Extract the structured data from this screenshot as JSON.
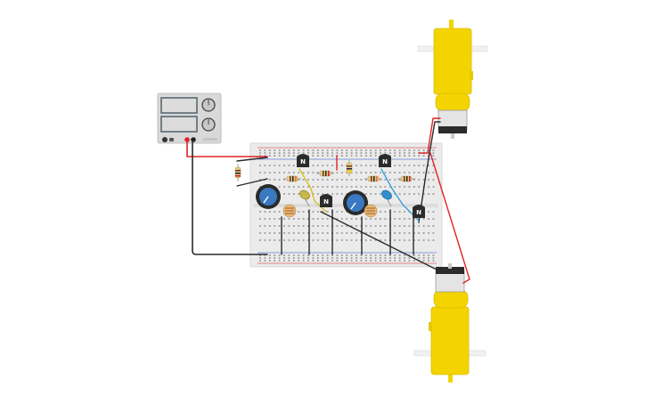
{
  "transistor_label": "N",
  "colors": {
    "background": "#ffffff",
    "wire_red": "#e02424",
    "wire_black": "#2a2a2a",
    "wire_blue": "#3aa0d8",
    "wire_yellow": "#d8c020",
    "motor_yellow": "#f4d400",
    "breadboard": "#eaeaea",
    "rail_red": "#e06060",
    "rail_blue": "#6080d0"
  },
  "components": [
    {
      "type": "power-supply"
    },
    {
      "type": "breadboard"
    },
    {
      "type": "dc-motor",
      "count": 2
    },
    {
      "type": "npn-transistor",
      "count": 4
    },
    {
      "type": "potentiometer",
      "count": 2
    },
    {
      "type": "photoresistor",
      "count": 2
    },
    {
      "type": "resistor",
      "count": 6
    },
    {
      "type": "capacitor",
      "count": 2
    }
  ]
}
